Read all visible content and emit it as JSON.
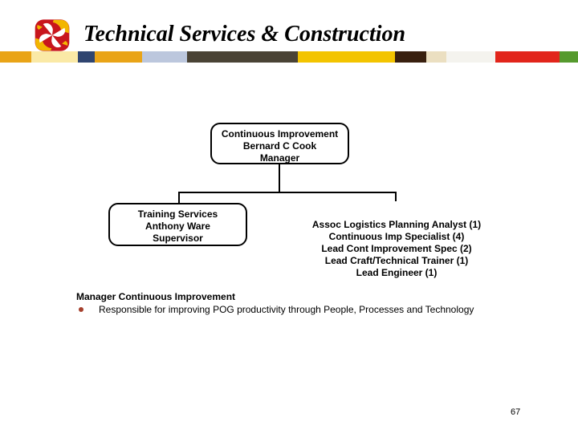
{
  "slide": {
    "title": "Technical Services & Construction",
    "page_number": "67",
    "background_color": "#FFFFFF"
  },
  "logo": {
    "description": "red and yellow pinwheel logo",
    "red": "#C8161D",
    "yellow": "#F2B600"
  },
  "color_band": {
    "segments": [
      {
        "color": "#E9A417"
      },
      {
        "color": "#FAE9A6"
      },
      {
        "color": "#2F4570"
      },
      {
        "color": "#E9A417"
      },
      {
        "color": "#BCC7DD"
      },
      {
        "color": "#4A4335"
      },
      {
        "color": "#F3C400"
      },
      {
        "color": "#39200F"
      },
      {
        "color": "#EBDFC1"
      },
      {
        "color": "#F4F3EE"
      },
      {
        "color": "#E2251B"
      },
      {
        "color": "#569A2E"
      }
    ]
  },
  "org_chart": {
    "root": {
      "lines": [
        "Continuous Improvement",
        "Bernard C Cook",
        "Manager"
      ]
    },
    "left": {
      "lines": [
        "Training Services",
        "Anthony Ware",
        "Supervisor"
      ]
    },
    "right_list": [
      "Assoc Logistics Planning Analyst (1)",
      "Continuous Imp Specialist (4)",
      "Lead Cont Improvement Spec (2)",
      "Lead Craft/Technical Trainer (1)",
      "Lead Engineer (1)"
    ]
  },
  "notes": {
    "heading": "Manager Continuous Improvement",
    "bullet_text": "Responsible for improving POG productivity through People, Processes and Technology",
    "bullet_color": "#A5402D"
  }
}
